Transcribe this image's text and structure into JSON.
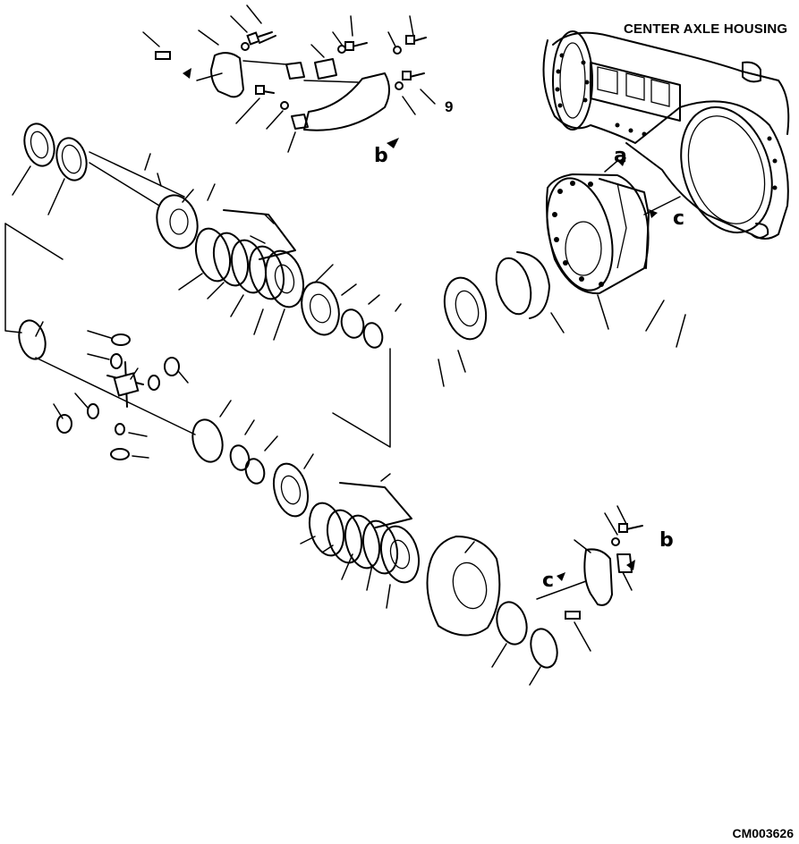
{
  "diagram": {
    "title": "CENTER AXLE HOUSING",
    "drawing_code": "CM003626",
    "item_number": "9",
    "reference_letters": {
      "a": "a",
      "b_upper": "b",
      "b_lower": "b",
      "c_right": "c",
      "c_lower": "c"
    }
  }
}
